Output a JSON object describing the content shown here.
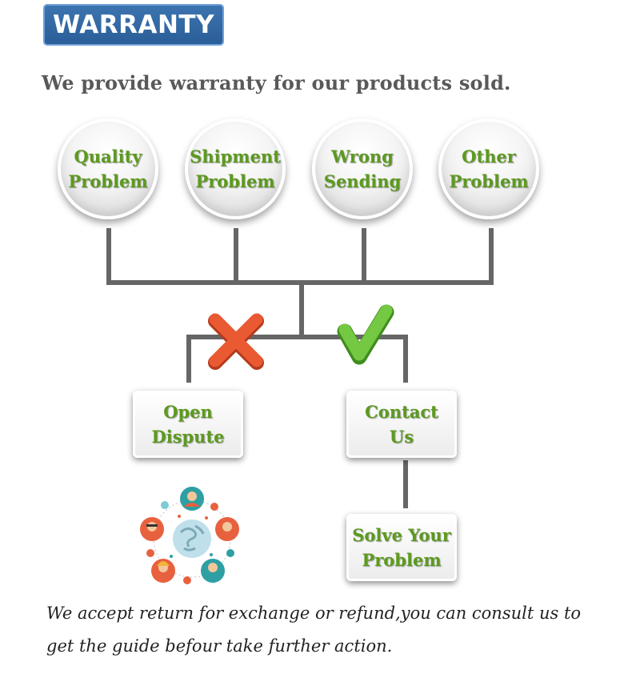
{
  "header": {
    "banner": "WARRANTY",
    "headline": "We provide warranty for our products sold."
  },
  "problems": [
    {
      "line1": "Quality",
      "line2": "Problem"
    },
    {
      "line1": "Shipment",
      "line2": "Problem"
    },
    {
      "line1": "Wrong",
      "line2": "Sending"
    },
    {
      "line1": "Other",
      "line2": "Problem"
    }
  ],
  "outcomes": {
    "reject": {
      "line1": "Open",
      "line2": "Dispute"
    },
    "accept": {
      "line1": "Contact",
      "line2": "Us"
    },
    "result": {
      "line1": "Solve Your",
      "line2": "Problem"
    }
  },
  "marks": {
    "reject": "cross-icon",
    "accept": "check-icon"
  },
  "colors": {
    "label_green": "#5c9a1e",
    "connector": "#666666",
    "cross": "#e8502b",
    "check": "#6cc33a",
    "banner": "#2f66a3"
  },
  "footer": {
    "line1": "We accept return for exchange or refund,you can consult us to",
    "line2": "get  the guide befour take further action."
  }
}
